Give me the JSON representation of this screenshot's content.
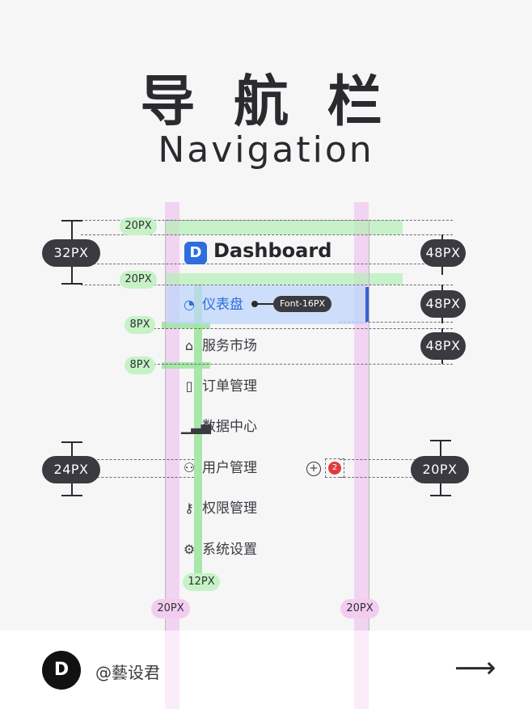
{
  "title": {
    "cn": "导 航 栏",
    "en": "Navigation"
  },
  "brand": {
    "logo_letter": "D",
    "name": "Dashboard",
    "color": "#2e6de0"
  },
  "nav_items": [
    {
      "label": "仪表盘",
      "icon": "dashboard-gauge-icon",
      "active": true
    },
    {
      "label": "服务市场",
      "icon": "store-icon",
      "active": false
    },
    {
      "label": "订单管理",
      "icon": "document-icon",
      "active": false
    },
    {
      "label": "数据中心",
      "icon": "bar-chart-icon",
      "active": false
    },
    {
      "label": "用户管理",
      "icon": "users-icon",
      "active": false
    },
    {
      "label": "权限管理",
      "icon": "key-icon",
      "active": false
    },
    {
      "label": "系统设置",
      "icon": "gear-icon",
      "active": false
    }
  ],
  "badge_count": "2",
  "annotations": {
    "top_padding": "20PX",
    "logo_gap": "20PX",
    "logo_height": "32PX",
    "header_height": "48PX",
    "item_height_1": "48PX",
    "item_height_2": "48PX",
    "item_gap_1": "8PX",
    "item_gap_2": "8PX",
    "icon_size": "24PX",
    "badge_size": "20PX",
    "icon_text_gap": "12PX",
    "left_padding": "20PX",
    "right_padding": "20PX",
    "font_label": "Font-16PX"
  },
  "footer": {
    "avatar_letter": "D",
    "handle": "@藝设君",
    "arrow": "⟶"
  }
}
